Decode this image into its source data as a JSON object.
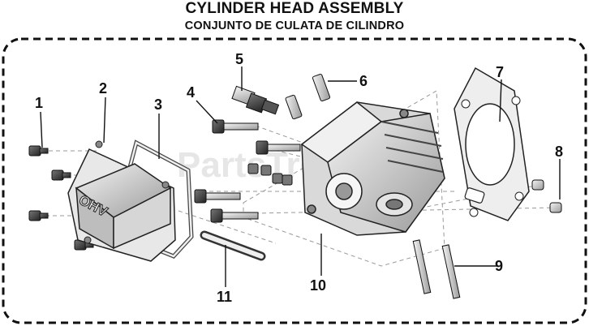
{
  "title": "CYLINDER HEAD ASSEMBLY",
  "subtitle": "CONJUNTO DE CULATA DE CILINDRO",
  "watermark": "PartsTree",
  "cover_marking": "OHV",
  "callouts": {
    "c1": "1",
    "c2": "2",
    "c3": "3",
    "c4": "4",
    "c5": "5",
    "c6": "6",
    "c7": "7",
    "c8": "8",
    "c9": "9",
    "c10": "10",
    "c11": "11"
  }
}
